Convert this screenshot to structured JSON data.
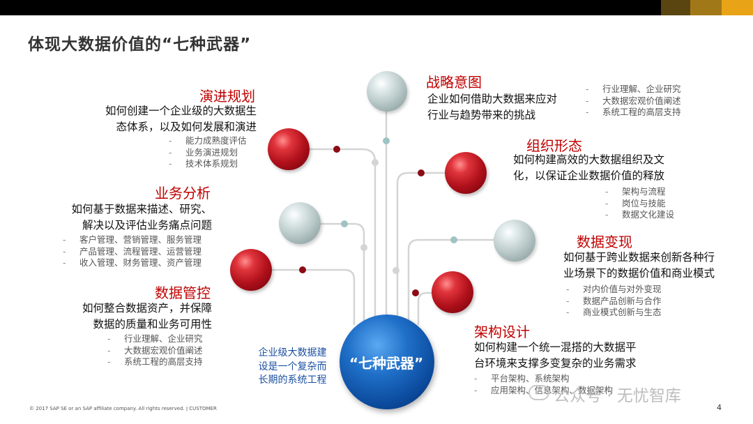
{
  "header": {
    "title": "体现大数据价值的“七种武器”",
    "colors": {
      "bar": "#000000",
      "swatch1": "#5a4510",
      "swatch2": "#a07818",
      "swatch3": "#e8a317"
    }
  },
  "center": {
    "label": "“七种武器”",
    "note": [
      "企业级大数据建",
      "设是一个复杂而",
      "长期的系统工程"
    ]
  },
  "weapons": [
    {
      "id": "strategy",
      "heading": "战略意图",
      "desc": [
        "企业如何借助大数据来应对",
        "行业与趋势带来的挑战"
      ],
      "bullets": [
        "行业理解、企业研究",
        "大数据宏观价值阐述",
        "系统工程的高层支持"
      ],
      "ball_color": "grey"
    },
    {
      "id": "evolution",
      "heading": "演进规划",
      "desc": [
        "如何创建一个企业级的大数据生",
        "态体系，以及如何发展和演进"
      ],
      "bullets": [
        "能力成熟度评估",
        "业务演进规划",
        "技术体系规划"
      ],
      "ball_color": "red"
    },
    {
      "id": "organization",
      "heading": "组织形态",
      "desc": [
        "如何构建高效的大数据组织及文",
        "化，以保证企业数据价值的释放"
      ],
      "bullets": [
        "架构与流程",
        "岗位与技能",
        "数据文化建设"
      ],
      "ball_color": "red"
    },
    {
      "id": "business-analysis",
      "heading": "业务分析",
      "desc": [
        "如何基于数据来描述、研究、",
        "解决以及评估业务痛点问题"
      ],
      "bullets": [
        "客户管理、营销管理、服务管理",
        "产品管理、流程管理、运营管理",
        "收入管理、财务管理、资产管理"
      ],
      "ball_color": "grey"
    },
    {
      "id": "monetization",
      "heading": "数据变现",
      "desc": [
        "如何基于跨业数据来创新各种行",
        "业场景下的数据价值和商业模式"
      ],
      "bullets": [
        "对内价值与对外变现",
        "数据产品创新与合作",
        "商业模式创新与生态"
      ],
      "ball_color": "grey"
    },
    {
      "id": "governance",
      "heading": "数据管控",
      "desc": [
        "如何整合数据资产，并保障",
        "数据的质量和业务可用性"
      ],
      "bullets": [
        "行业理解、企业研究",
        "大数据宏观价值阐述",
        "系统工程的高层支持"
      ],
      "ball_color": "red"
    },
    {
      "id": "architecture",
      "heading": "架构设计",
      "desc": [
        "如何构建一个统一混搭的大数据平",
        "台环境来支撑多变复杂的业务需求"
      ],
      "bullets": [
        "平台架构、系统架构",
        "应用架构、信息架构、数据架构"
      ],
      "ball_color": "red"
    }
  ],
  "footer": {
    "copyright": "© 2017 SAP SE or an SAP affiliate company. All rights reserved.  ǀ  CUSTOMER",
    "watermark": "公众号 · 无忧智库",
    "page": "4"
  }
}
